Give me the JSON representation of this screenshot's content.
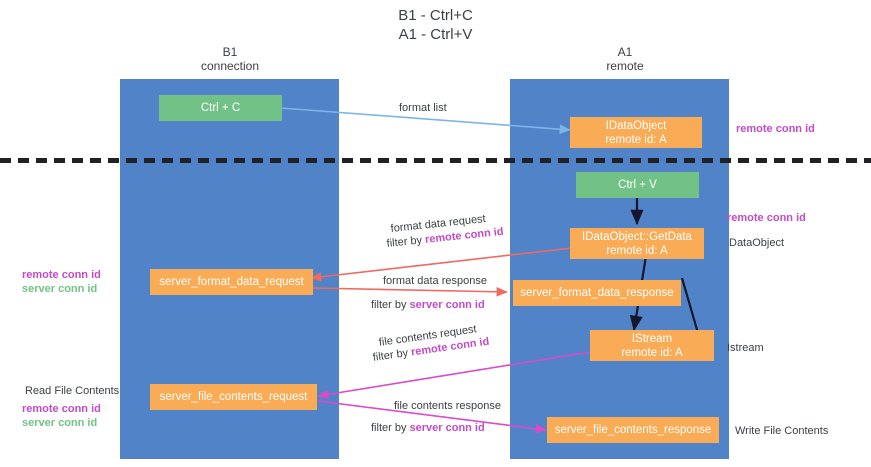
{
  "title": {
    "line1": "B1 - Ctrl+C",
    "line2": "A1 - Ctrl+V"
  },
  "columns": [
    {
      "id": "b1",
      "name": "B1",
      "subtitle": "connection"
    },
    {
      "id": "a1",
      "name": "A1",
      "subtitle": "remote"
    }
  ],
  "colors": {
    "lane": "#5083c7",
    "green_node": "#72c287",
    "orange_node": "#f9ab55",
    "remote_conn_id": "#c24bc8",
    "server_conn_id": "#71c287",
    "arrow_format_list": "#7cb5e8",
    "arrow_ctrlv": "#1a1a2e",
    "arrow_format_data": "#ef6a61",
    "arrow_file_contents": "#d94bc8",
    "divider": "#202124",
    "text": "#3c4043"
  },
  "nodes": [
    {
      "id": "ctrl-c",
      "label": "Ctrl + C",
      "sub": "",
      "style": "green",
      "column": "b1"
    },
    {
      "id": "idataobject-remote",
      "label": "IDataObject",
      "sub": "remote id: A",
      "style": "orange",
      "column": "a1"
    },
    {
      "id": "ctrl-v",
      "label": "Ctrl + V",
      "sub": "",
      "style": "green",
      "column": "a1"
    },
    {
      "id": "idataobject-getdata",
      "label": "IDataObject::GetData",
      "sub": "remote id: A",
      "style": "orange",
      "column": "a1"
    },
    {
      "id": "server-format-data-request",
      "label": "server_format_data_request",
      "sub": "",
      "style": "orange",
      "column": "b1"
    },
    {
      "id": "server-format-data-response",
      "label": "server_format_data_response",
      "sub": "",
      "style": "orange",
      "column": "a1"
    },
    {
      "id": "istream",
      "label": "IStream",
      "sub": "remote id: A",
      "style": "orange",
      "column": "a1"
    },
    {
      "id": "server-file-contents-request",
      "label": "server_file_contents_request",
      "sub": "",
      "style": "orange",
      "column": "b1"
    },
    {
      "id": "server-file-contents-response",
      "label": "server_file_contents_response",
      "sub": "",
      "style": "orange",
      "column": "a1"
    }
  ],
  "edge_labels": {
    "format_list": "format list",
    "format_data_request": "format data request",
    "format_data_request_filter_prefix": "filter by ",
    "format_data_request_filter_key": "remote conn id",
    "format_data_response": "format data response",
    "format_data_response_filter_prefix": "filter by ",
    "format_data_response_filter_key": "server conn id",
    "file_contents_request": "file contents request",
    "file_contents_request_filter_prefix": "filter by ",
    "file_contents_request_filter_key": "remote conn id",
    "file_contents_response": "file contents response",
    "file_contents_response_filter_prefix": "filter by ",
    "file_contents_response_filter_key": "server conn id"
  },
  "right_labels": {
    "top_remote_conn_id": "remote conn id",
    "mid_remote_conn_id": "remote conn id",
    "data_object": "DataObject",
    "istream": "Istream",
    "write_file_contents": "Write File Contents"
  },
  "left_labels": {
    "remote_conn_id_mid": "remote conn id",
    "server_conn_id_mid": "server conn id",
    "read_file_contents": "Read File Contents",
    "remote_conn_id_bottom": "remote conn id",
    "server_conn_id_bottom": "server conn id"
  }
}
